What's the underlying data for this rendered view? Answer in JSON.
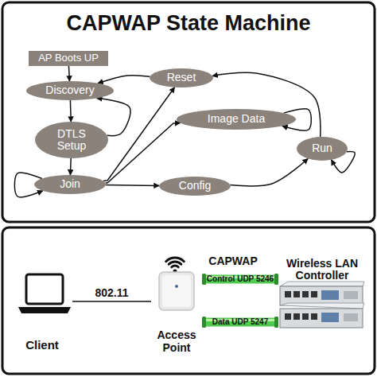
{
  "diagram": {
    "title": "CAPWAP State Machine",
    "nodes": [
      {
        "text": [
          "AP Boots UP"
        ]
      },
      {
        "text": [
          "Reset"
        ]
      },
      {
        "text": [
          "Discovery"
        ]
      },
      {
        "text": [
          "Image Data"
        ]
      },
      {
        "text": [
          "DTLS Setup"
        ]
      },
      {
        "text": [
          "Run"
        ]
      },
      {
        "text": [
          "Join"
        ]
      },
      {
        "text": [
          "Config"
        ]
      },
      {
        "text": [
          "Client"
        ]
      },
      {
        "text": [
          "Access Point"
        ]
      },
      {
        "text": [
          "Wireless LAN Controller"
        ]
      }
    ],
    "edges": [
      {
        "from": 0,
        "to": 2,
        "arrow": "to"
      },
      {
        "from": 1,
        "to": 2,
        "arrow": "to"
      },
      {
        "from": 2,
        "to": 4,
        "arrow": "to"
      },
      {
        "from": 4,
        "to": 2,
        "arrow": "to"
      },
      {
        "from": 4,
        "to": 6,
        "arrow": "to"
      },
      {
        "from": 6,
        "to": 6,
        "arrow": "to"
      },
      {
        "from": 6,
        "to": 1,
        "arrow": "to"
      },
      {
        "from": 6,
        "to": 3,
        "arrow": "to"
      },
      {
        "from": 6,
        "to": 7,
        "arrow": "to"
      },
      {
        "from": 3,
        "to": 3,
        "arrow": "to"
      },
      {
        "from": 7,
        "to": 5,
        "arrow": "to"
      },
      {
        "from": 5,
        "to": 1,
        "arrow": "to"
      },
      {
        "from": 5,
        "to": 5,
        "arrow": "to"
      },
      {
        "from": 8,
        "to": 9,
        "label": "802.11",
        "arrow": "none"
      },
      {
        "from": 9,
        "to": 10,
        "label": "Control UDP 5246",
        "arrow": "none"
      },
      {
        "from": 9,
        "to": 10,
        "label": "Data UDP 5247",
        "arrow": "none"
      }
    ],
    "labels": [
      "CAPWAP"
    ]
  }
}
